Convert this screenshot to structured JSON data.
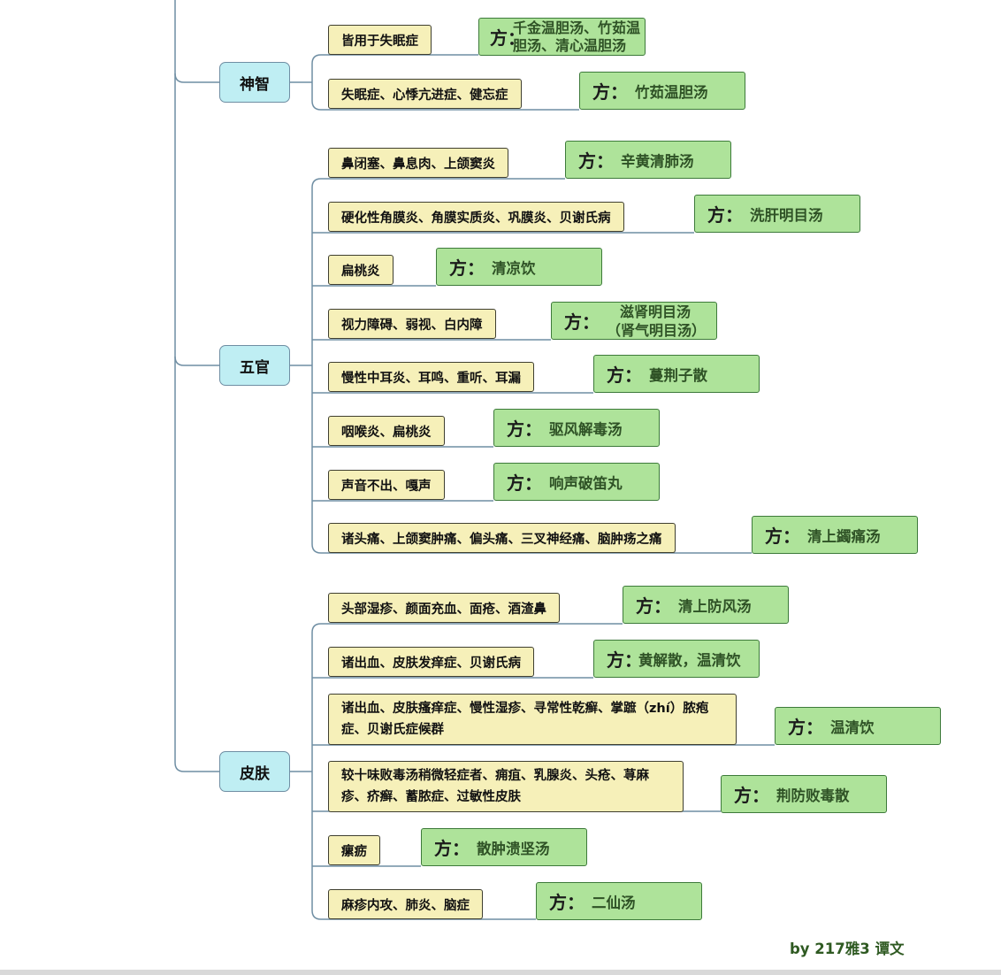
{
  "fang_prefix": "方：",
  "credit": "by 217雅3 谭文",
  "categories": [
    {
      "label": "神智",
      "items": [
        {
          "symptom": "皆用于失眠症",
          "prescription": "千金温胆汤、竹茹温胆汤、清心温胆汤"
        },
        {
          "symptom": "失眠症、心悸亢进症、健忘症",
          "prescription": "竹茹温胆汤"
        }
      ]
    },
    {
      "label": "五官",
      "items": [
        {
          "symptom": "鼻闭塞、鼻息肉、上颌窦炎",
          "prescription": "辛黄清肺汤"
        },
        {
          "symptom": "硬化性角膜炎、角膜实质炎、巩膜炎、贝谢氏病",
          "prescription": "洗肝明目汤"
        },
        {
          "symptom": "扁桃炎",
          "prescription": "清凉饮"
        },
        {
          "symptom": "视力障碍、弱视、白内障",
          "prescription": "滋肾明目汤（肾气明目汤）"
        },
        {
          "symptom": "慢性中耳炎、耳鸣、重听、耳漏",
          "prescription": "蔓荆子散"
        },
        {
          "symptom": "咽喉炎、扁桃炎",
          "prescription": "驱风解毒汤"
        },
        {
          "symptom": "声音不出、嘎声",
          "prescription": "响声破笛丸"
        },
        {
          "symptom": "诸头痛、上颌窦肿痛、偏头痛、三叉神经痛、脑肿疡之痛",
          "prescription": "清上蠲痛汤"
        }
      ]
    },
    {
      "label": "皮肤",
      "items": [
        {
          "symptom": "头部湿疹、颜面充血、面疮、酒渣鼻",
          "prescription": "清上防风汤"
        },
        {
          "symptom": "诸出血、皮肤发痒症、贝谢氏病",
          "prescription": "黄解散，温清饮"
        },
        {
          "symptom": "诸出血、皮肤瘙痒症、慢性湿疹、寻常性乾癣、掌蹠（zhí）脓疱症、贝谢氏症候群",
          "prescription": "温清饮"
        },
        {
          "symptom": "较十味败毒汤稍微轻症者、痈疽、乳腺炎、头疮、荨麻疹、疥癣、蓄脓症、过敏性皮肤",
          "prescription": "荆防败毒散"
        },
        {
          "symptom": "瘰疬",
          "prescription": "散肿溃坚汤"
        },
        {
          "symptom": "麻疹内攻、肺炎、脑症",
          "prescription": "二仙汤"
        }
      ]
    }
  ]
}
